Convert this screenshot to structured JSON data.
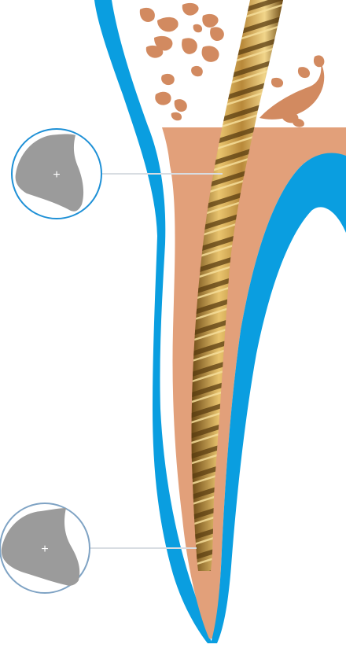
{
  "colors": {
    "background": "#ffffff",
    "enamel_blue": "#0a9ee0",
    "dentin_orange": "#e2a07a",
    "debris": "#d28a60",
    "file_gold_light": "#e9c46e",
    "file_gold_mid": "#b8893a",
    "file_gold_dark": "#6e4b16",
    "callout_gray": "#9b9b9b",
    "callout_ring_top": "#1e90d6",
    "callout_ring_bottom": "#7fa3c4",
    "leader_line": "#d8dde2"
  },
  "diagram": {
    "subject": "root-canal-cross-section",
    "instrument": "rotary-endodontic-file",
    "callouts": [
      {
        "id": "coronal-cross-section",
        "marker": "+"
      },
      {
        "id": "apical-cross-section",
        "marker": "+"
      }
    ]
  }
}
